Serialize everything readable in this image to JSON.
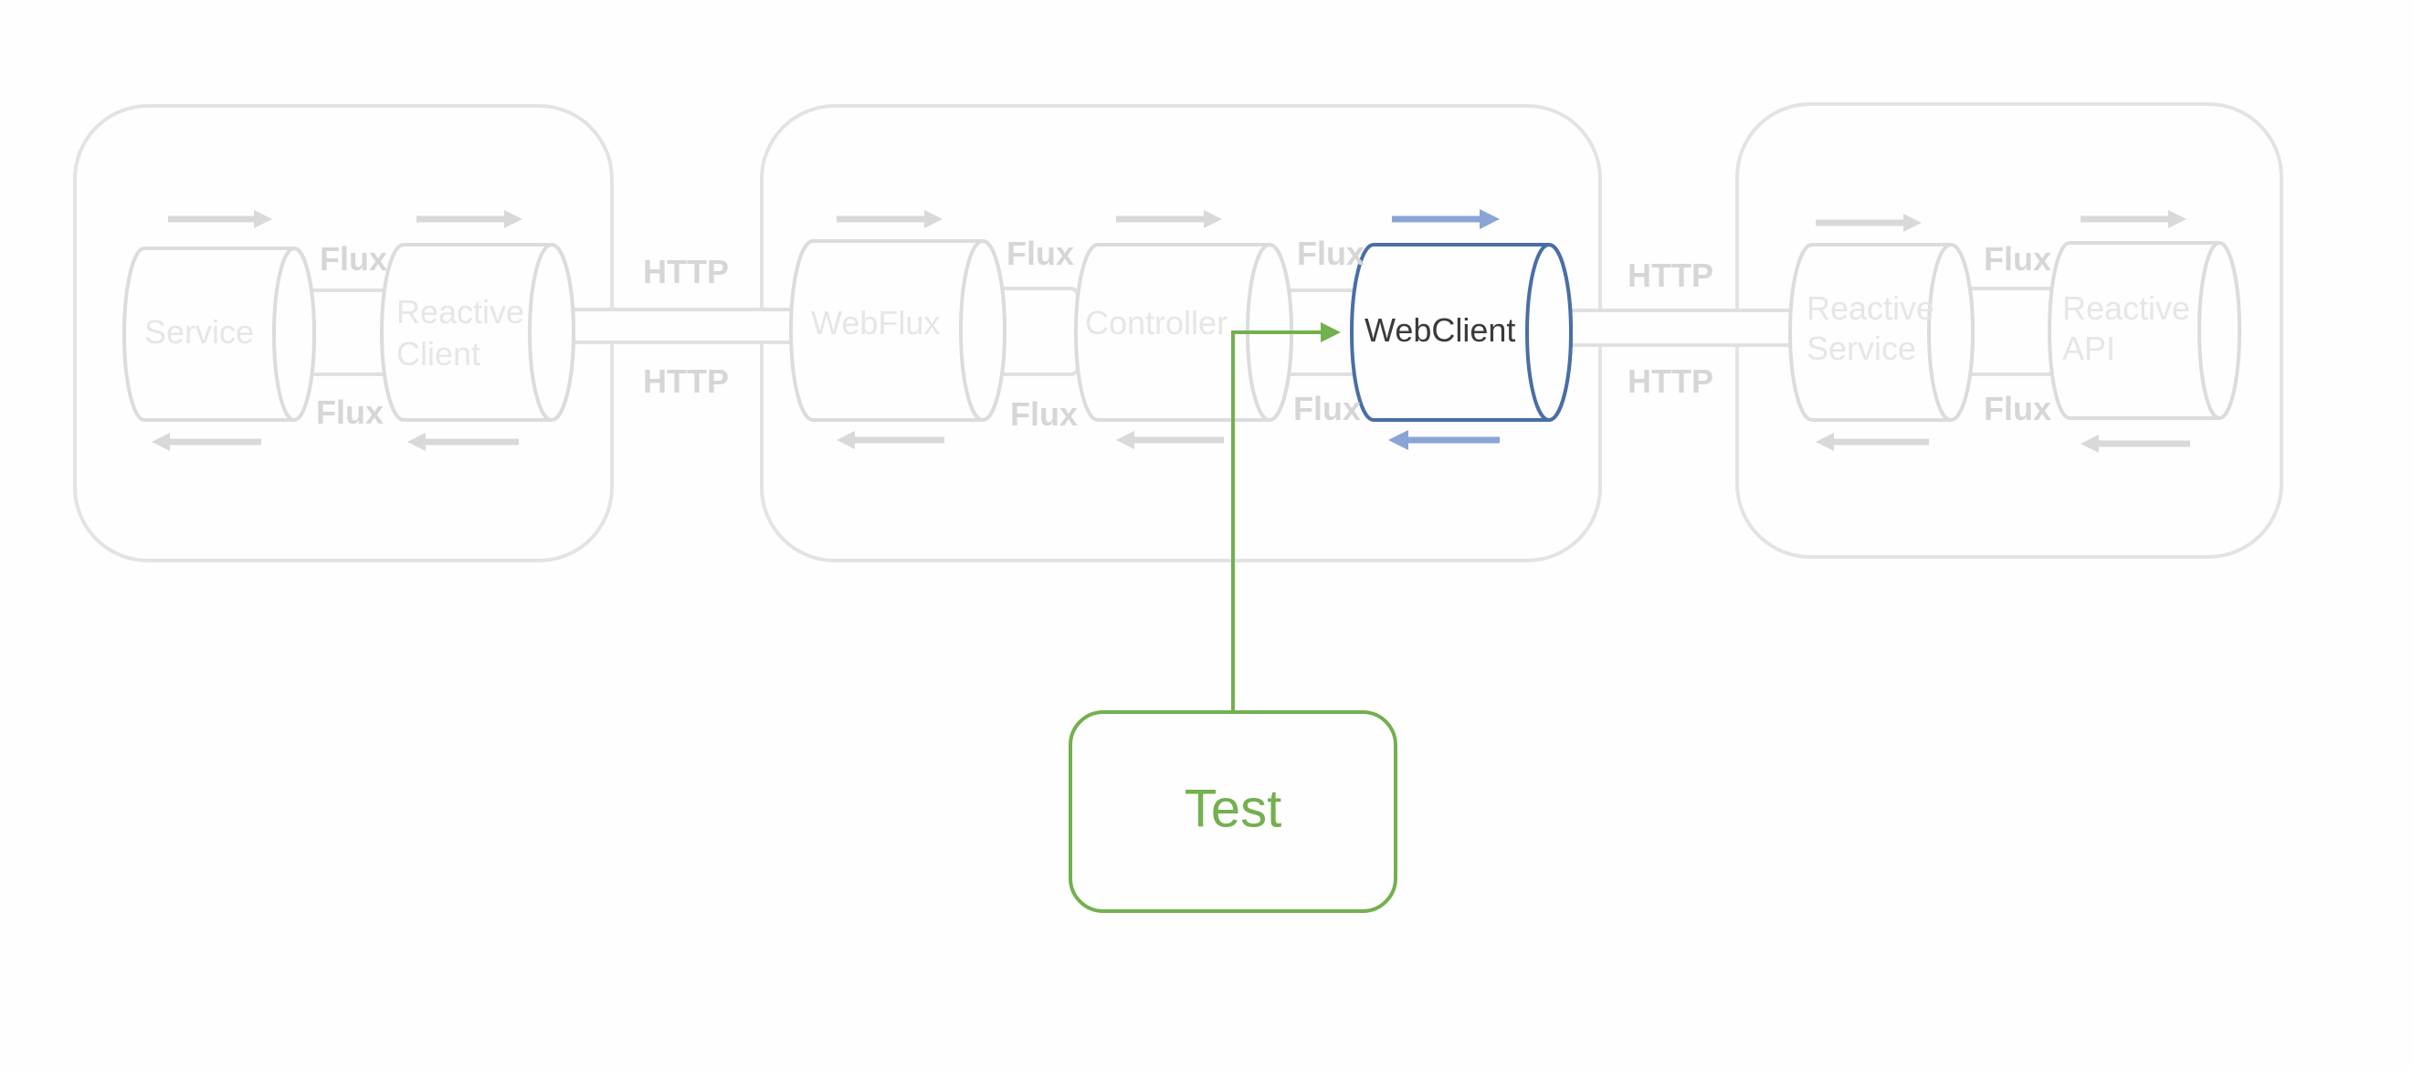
{
  "panels": [
    {
      "components": [
        {
          "label_lines": [
            "Service"
          ],
          "active": false
        },
        {
          "label_lines": [
            "Reactive",
            "Client"
          ],
          "active": false
        }
      ],
      "connector_labels": {
        "top": "Flux",
        "bottom": "Flux"
      }
    },
    {
      "components": [
        {
          "label_lines": [
            "WebFlux"
          ],
          "active": false
        },
        {
          "label_lines": [
            "Controller"
          ],
          "active": false
        },
        {
          "label_lines": [
            "WebClient"
          ],
          "active": true
        }
      ],
      "connector_labels": [
        {
          "top": "Flux",
          "bottom": "Flux"
        },
        {
          "top": "Flux",
          "bottom": "Flux"
        }
      ]
    },
    {
      "components": [
        {
          "label_lines": [
            "Reactive",
            "Service"
          ],
          "active": false
        },
        {
          "label_lines": [
            "Reactive",
            "API"
          ],
          "active": false
        }
      ],
      "connector_labels": {
        "top": "Flux",
        "bottom": "Flux"
      }
    }
  ],
  "links": [
    {
      "top": "HTTP",
      "bottom": "HTTP"
    },
    {
      "top": "HTTP",
      "bottom": "HTTP"
    }
  ],
  "test": {
    "label": "Test",
    "target": "WebClient"
  },
  "colors": {
    "faded": "#dcdcdc",
    "active_stroke": "#4a6ea5",
    "active_arrow": "#8aa4d6",
    "test_green": "#73b04f"
  }
}
